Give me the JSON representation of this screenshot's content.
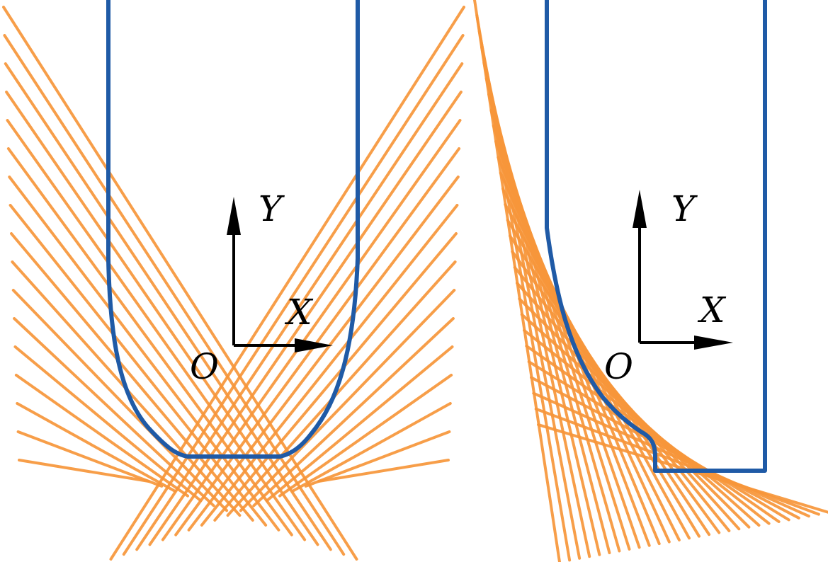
{
  "colors": {
    "background": "#ffffff",
    "profile": "#1f5aa6",
    "rays": "#f7963a",
    "axes": "#000000"
  },
  "panels": [
    {
      "name": "left-panel",
      "description_labels": {
        "x_axis": "X",
        "y_axis": "Y",
        "origin": "O"
      },
      "ray_count": 34
    },
    {
      "name": "right-panel",
      "description_labels": {
        "x_axis": "X",
        "y_axis": "Y",
        "origin": "O"
      },
      "ray_count": 28
    }
  ]
}
